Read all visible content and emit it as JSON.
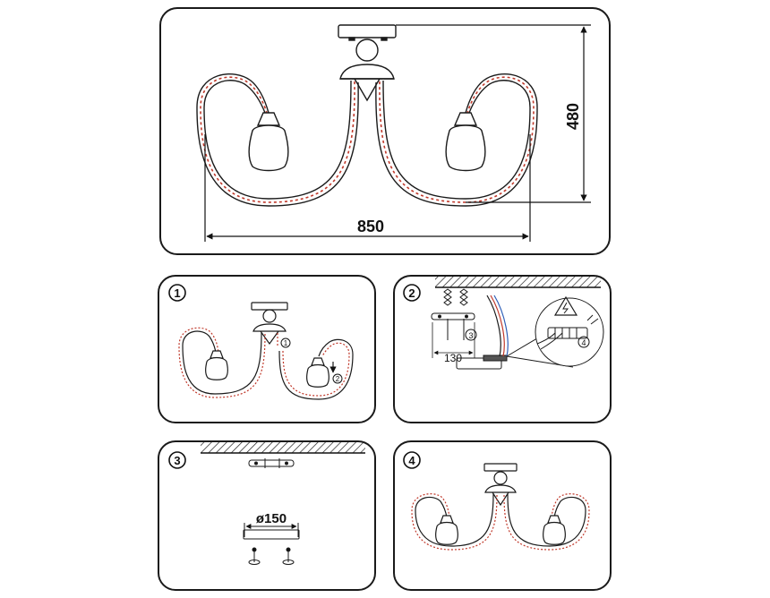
{
  "main": {
    "width_label": "850",
    "height_label": "480"
  },
  "step1": {
    "number": "1",
    "callout_a": "1",
    "callout_b": "2"
  },
  "step2": {
    "number": "2",
    "width_label": "130",
    "callout_screw": "3",
    "callout_wire": "4"
  },
  "step3": {
    "number": "3",
    "diameter_label": "ø150"
  },
  "step4": {
    "number": "4"
  },
  "colors": {
    "outline": "#1a1a1a",
    "cable_red": "#c0392b",
    "wire_blue": "#2e5fb8"
  }
}
